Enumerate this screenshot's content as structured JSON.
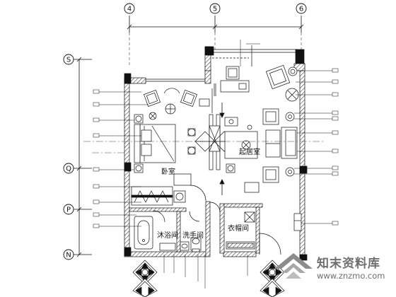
{
  "grid_axes": {
    "top": [
      "4",
      "5",
      "6"
    ],
    "left": [
      "S",
      "Q",
      "P",
      "N"
    ]
  },
  "rooms": {
    "bedroom": "卧室",
    "living_room": "起居室",
    "bath": "沐浴间",
    "wash": "洗手间",
    "closet": "衣帽间"
  },
  "watermark": {
    "title": "知末资料库",
    "url": "www.znzmo.com"
  },
  "colors": {
    "line": "#1a1a1a",
    "wall_hatch": "#222222",
    "watermark": "#6f6f6f"
  }
}
